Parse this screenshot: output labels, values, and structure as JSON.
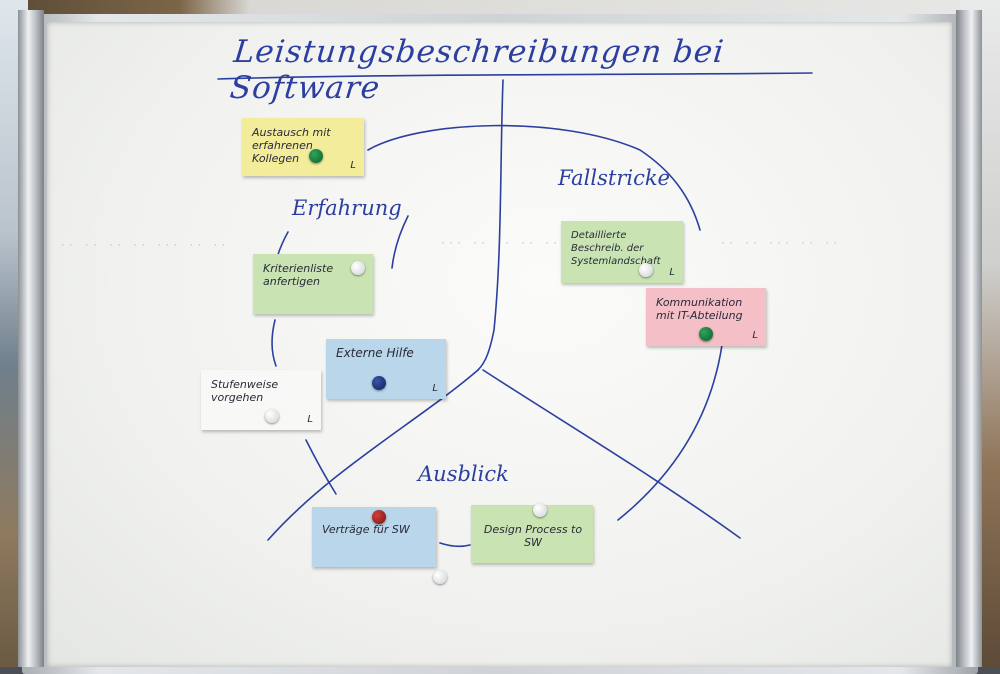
{
  "title": "Leistungsbeschreibungen bei Software",
  "sections": {
    "erfahrung": "Erfahrung",
    "fallstricke": "Fallstricke",
    "ausblick": "Ausblick"
  },
  "notes": {
    "austausch": {
      "text": "Austausch mit erfahrenen Kollegen",
      "mark": "L",
      "color": "#f3ec9a"
    },
    "kriterienliste": {
      "text": "Kriterienliste anfertigen",
      "mark": "",
      "color": "#c9e4b2"
    },
    "externe_hilfe": {
      "text": "Externe Hilfe",
      "mark": "L",
      "color": "#b9d6ea"
    },
    "stufenweise": {
      "text": "Stufenweise vorgehen",
      "mark": "L",
      "color": "#f8f8f6"
    },
    "detaillierte": {
      "text": "Detaillierte Beschreib. der Systemlandschaft",
      "mark": "L",
      "color": "#c9e4b2"
    },
    "kommunikation": {
      "text": "Kommunikation mit IT-Abteilung",
      "mark": "L",
      "color": "#f4bfc6"
    },
    "vertraege": {
      "text": "Verträge für SW",
      "mark": "",
      "color": "#b9d6ea"
    },
    "design_process": {
      "text": "Design Process to SW",
      "mark": "",
      "color": "#c9e4b2"
    }
  },
  "magnets": {
    "green": "#0c5f2d",
    "white": "#ffffff",
    "navy": "#0d1e5a",
    "red": "#7a1210"
  },
  "ink_color": "#2c3fa0"
}
